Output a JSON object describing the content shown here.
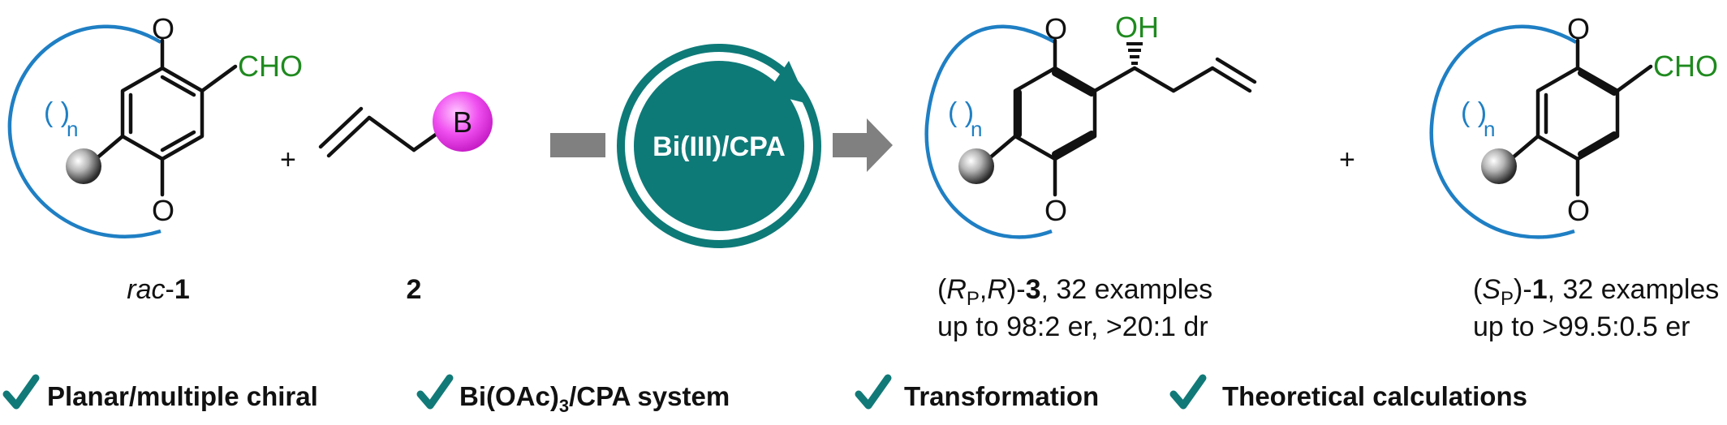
{
  "atoms": {
    "O": "O",
    "CHO": "CHO",
    "OH": "OH",
    "B": "B",
    "n": "n",
    "paren": "( )"
  },
  "plus_sign": "+",
  "catalyst_label": "Bi(III)/CPA",
  "compounds": {
    "rac1": {
      "prefix": "rac",
      "suffix": "-",
      "number": "1"
    },
    "allylboron": {
      "number": "2"
    },
    "product3": {
      "line1_parts": [
        "(",
        "R",
        "P",
        ",",
        "R",
        ")-",
        "3",
        ", 32 examples"
      ],
      "line2": "up to 98:2 er, >20:1 dr"
    },
    "sp1": {
      "line1_parts": [
        "(",
        "S",
        "P",
        ")-",
        "1",
        ", 32 examples"
      ],
      "line2": "up to >99.5:0.5 er"
    }
  },
  "features": [
    {
      "label_before": "Planar/multiple chiral",
      "label_sub": "",
      "label_after": ""
    },
    {
      "label_before": "Bi(OAc)",
      "label_sub": "3",
      "label_after": "/CPA system"
    },
    {
      "label_before": "Transformation",
      "label_sub": "",
      "label_after": ""
    },
    {
      "label_before": "Theoretical calculations",
      "label_sub": "",
      "label_after": ""
    }
  ],
  "colors": {
    "ring_blue": "#1f7fc4",
    "aldehyde_green": "#1f8a1f",
    "catalyst_teal": "#0e7a78",
    "boron_magenta": "#e83ee8",
    "check_teal": "#117a78",
    "arrow_gray": "#808080"
  }
}
